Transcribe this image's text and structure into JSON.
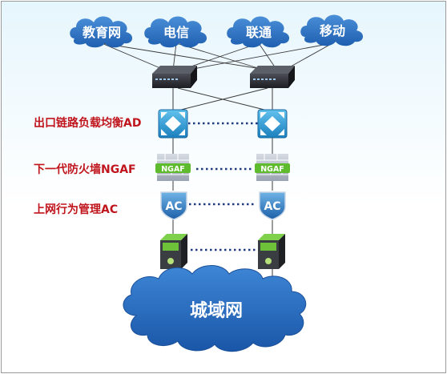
{
  "isps": [
    {
      "label": "教育网"
    },
    {
      "label": "电信"
    },
    {
      "label": "联通"
    },
    {
      "label": "移动"
    }
  ],
  "layers": [
    {
      "label": "出口链路负载均衡AD",
      "device": "load-balancer"
    },
    {
      "label": "下一代防火墙NGAF",
      "device": "firewall",
      "badge": "NGAF"
    },
    {
      "label": "上网行为管理AC",
      "device": "access-controller",
      "badge": "AC"
    }
  ],
  "network": {
    "label": "城域网"
  },
  "colors": {
    "cloud": "#2f77c8",
    "label": "#c0151d",
    "device_blue": "#2f95cf",
    "ngaf_green": "#5fbb2e",
    "dotted_link": "#203a80"
  }
}
